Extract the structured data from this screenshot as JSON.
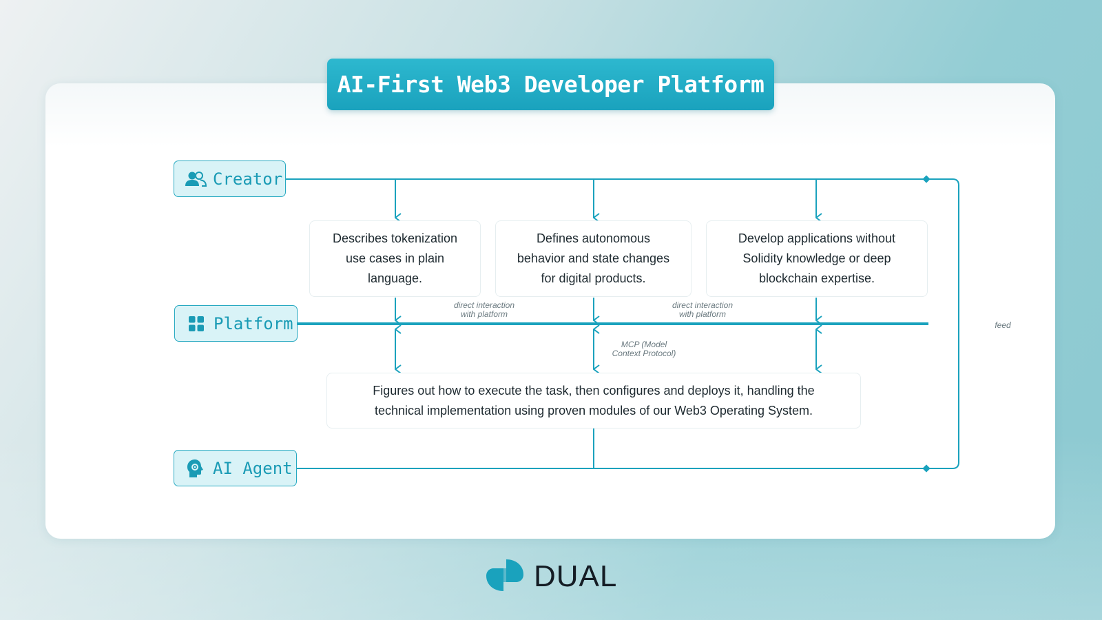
{
  "title": "AI-First Web3 Developer Platform",
  "roles": {
    "creator": {
      "label": "Creator",
      "icon": "users-icon"
    },
    "platform": {
      "label": "Platform",
      "icon": "grid-icon"
    },
    "ai_agent": {
      "label": "AI Agent",
      "icon": "ai-head-icon"
    }
  },
  "creator_boxes": [
    {
      "lines": [
        "Describes tokenization",
        "use cases in plain",
        "language."
      ]
    },
    {
      "lines": [
        "Defines autonomous",
        "behavior and state changes",
        "for digital products."
      ]
    },
    {
      "lines": [
        "Develop applications without",
        "Solidity knowledge or deep",
        "blockchain expertise."
      ]
    }
  ],
  "agent_box": {
    "lines": [
      "Figures out how to execute the task, then configures and deploys it, handling the",
      "technical implementation using proven modules of our Web3 Operating System."
    ]
  },
  "notes": {
    "direct_left": [
      "direct interaction",
      "with platform"
    ],
    "direct_right": [
      "direct interaction",
      "with platform"
    ],
    "mcp": [
      "MCP (Model",
      "Context Protocol)"
    ],
    "feed": "feed"
  },
  "logo": {
    "text": "DUAL",
    "icon": "dual-logo-icon"
  },
  "colors": {
    "accent": "#1aa2bd",
    "role_fill": "#d9f3f7",
    "text_dark": "#1e2a30"
  }
}
